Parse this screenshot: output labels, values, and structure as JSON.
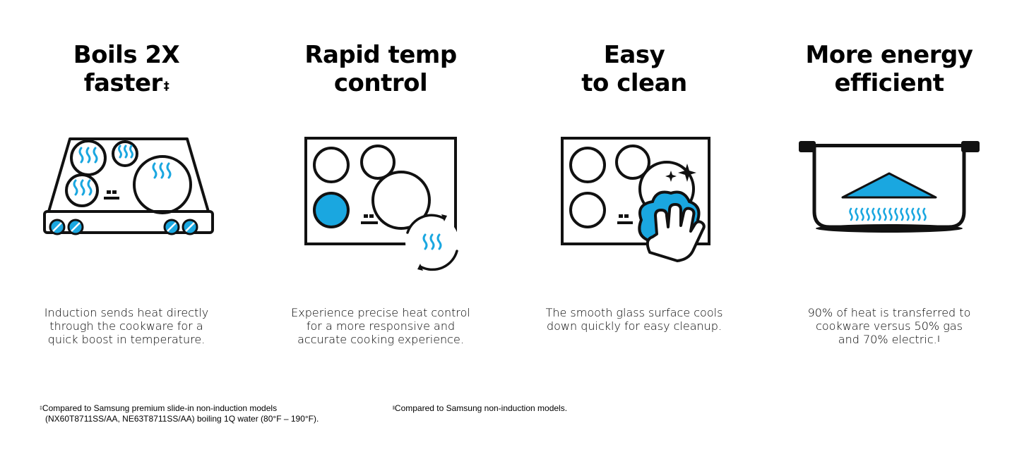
{
  "colors": {
    "accent": "#1aa7e0",
    "ink": "#111111"
  },
  "features": [
    {
      "title_line1": "Boils 2X",
      "title_line2": "faster",
      "title_mark": "‡",
      "icon": "induction-cooktop-icon",
      "desc_line1": "Induction sends heat directly",
      "desc_line2": "through the cookware for a",
      "desc_line3": "quick boost in temperature."
    },
    {
      "title_line1": "Rapid temp",
      "title_line2": "control",
      "icon": "cooktop-rotate-heat-icon",
      "desc_line1": "Experience precise heat control",
      "desc_line2": "for a more responsive and",
      "desc_line3": "accurate cooking experience."
    },
    {
      "title_line1": "Easy",
      "title_line2": "to clean",
      "icon": "cooktop-wipe-clean-icon",
      "desc_line1": "The smooth glass surface cools",
      "desc_line2": "down quickly for easy cleanup."
    },
    {
      "title_line1": "More energy",
      "title_line2": "efficient",
      "icon": "pot-heat-transfer-icon",
      "desc_line1": "90% of heat is transferred to",
      "desc_line2": "cookware versus 50% gas",
      "desc_line3": "and 70% electric.",
      "desc_mark": "‖"
    }
  ],
  "footnotes": {
    "note1_mark": "‡",
    "note1_line1": "Compared to Samsung premium slide-in non-induction models",
    "note1_line2": "(NX60T8711SS/AA, NE63T8711SS/AA) boiling 1Q water (80°F – 190°F).",
    "note2_mark": "‖",
    "note2_text": "Compared to Samsung non-induction models."
  }
}
